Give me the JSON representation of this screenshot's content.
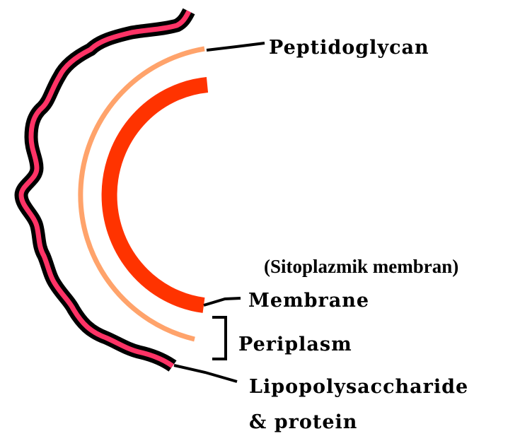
{
  "diagram": {
    "labels": {
      "peptidoglycan": "Peptidoglycan",
      "note": "(Sitoplazmik membran)",
      "membrane": "Membrane",
      "periplasm": "Periplasm",
      "lps_line1": "Lipopolysaccharide",
      "lps_line2": "& protein"
    },
    "colors": {
      "outline": "#000000",
      "outer_membrane": "#ff3366",
      "peptidoglycan": "#ffa36b",
      "inner_membrane": "#ff3300",
      "background": "#ffffff"
    }
  }
}
